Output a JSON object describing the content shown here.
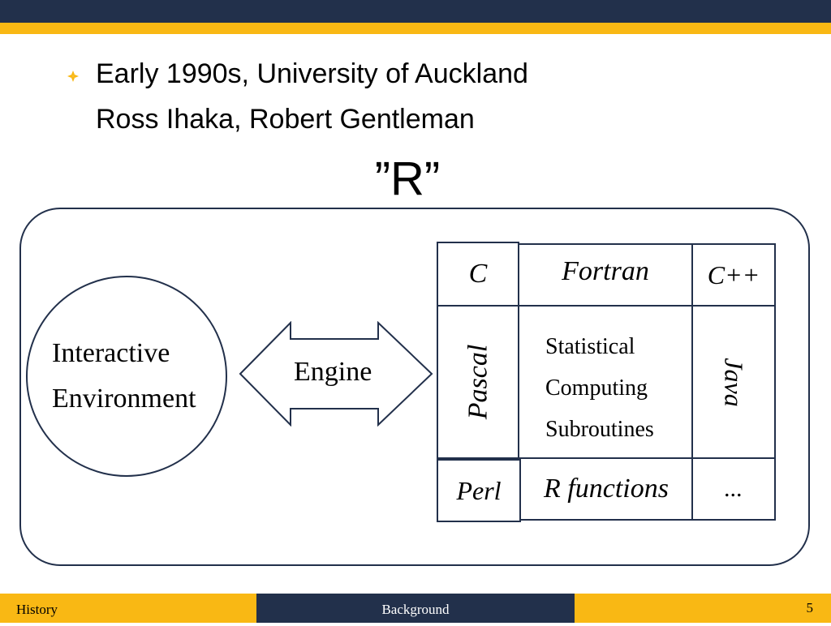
{
  "slide": {
    "bullets": [
      "Early 1990s, University of Auckland",
      "Ross Ihaka, Robert Gentleman"
    ],
    "title": "”R”"
  },
  "diagram": {
    "circle_lines": [
      "Interactive",
      "Environment"
    ],
    "arrow_label": "Engine",
    "cells": {
      "c": "C",
      "fortran": "Fortran",
      "cpp": "C++",
      "pascal": "Pascal",
      "java": "Java",
      "center_lines": [
        "Statistical",
        "Computing",
        "Subroutines"
      ],
      "perl": "Perl",
      "r_functions": "R functions",
      "ellipsis": "..."
    }
  },
  "footer": {
    "left": "History",
    "center": "Background",
    "page": "5"
  },
  "colors": {
    "navy": "#22304b",
    "gold": "#f9b814"
  }
}
